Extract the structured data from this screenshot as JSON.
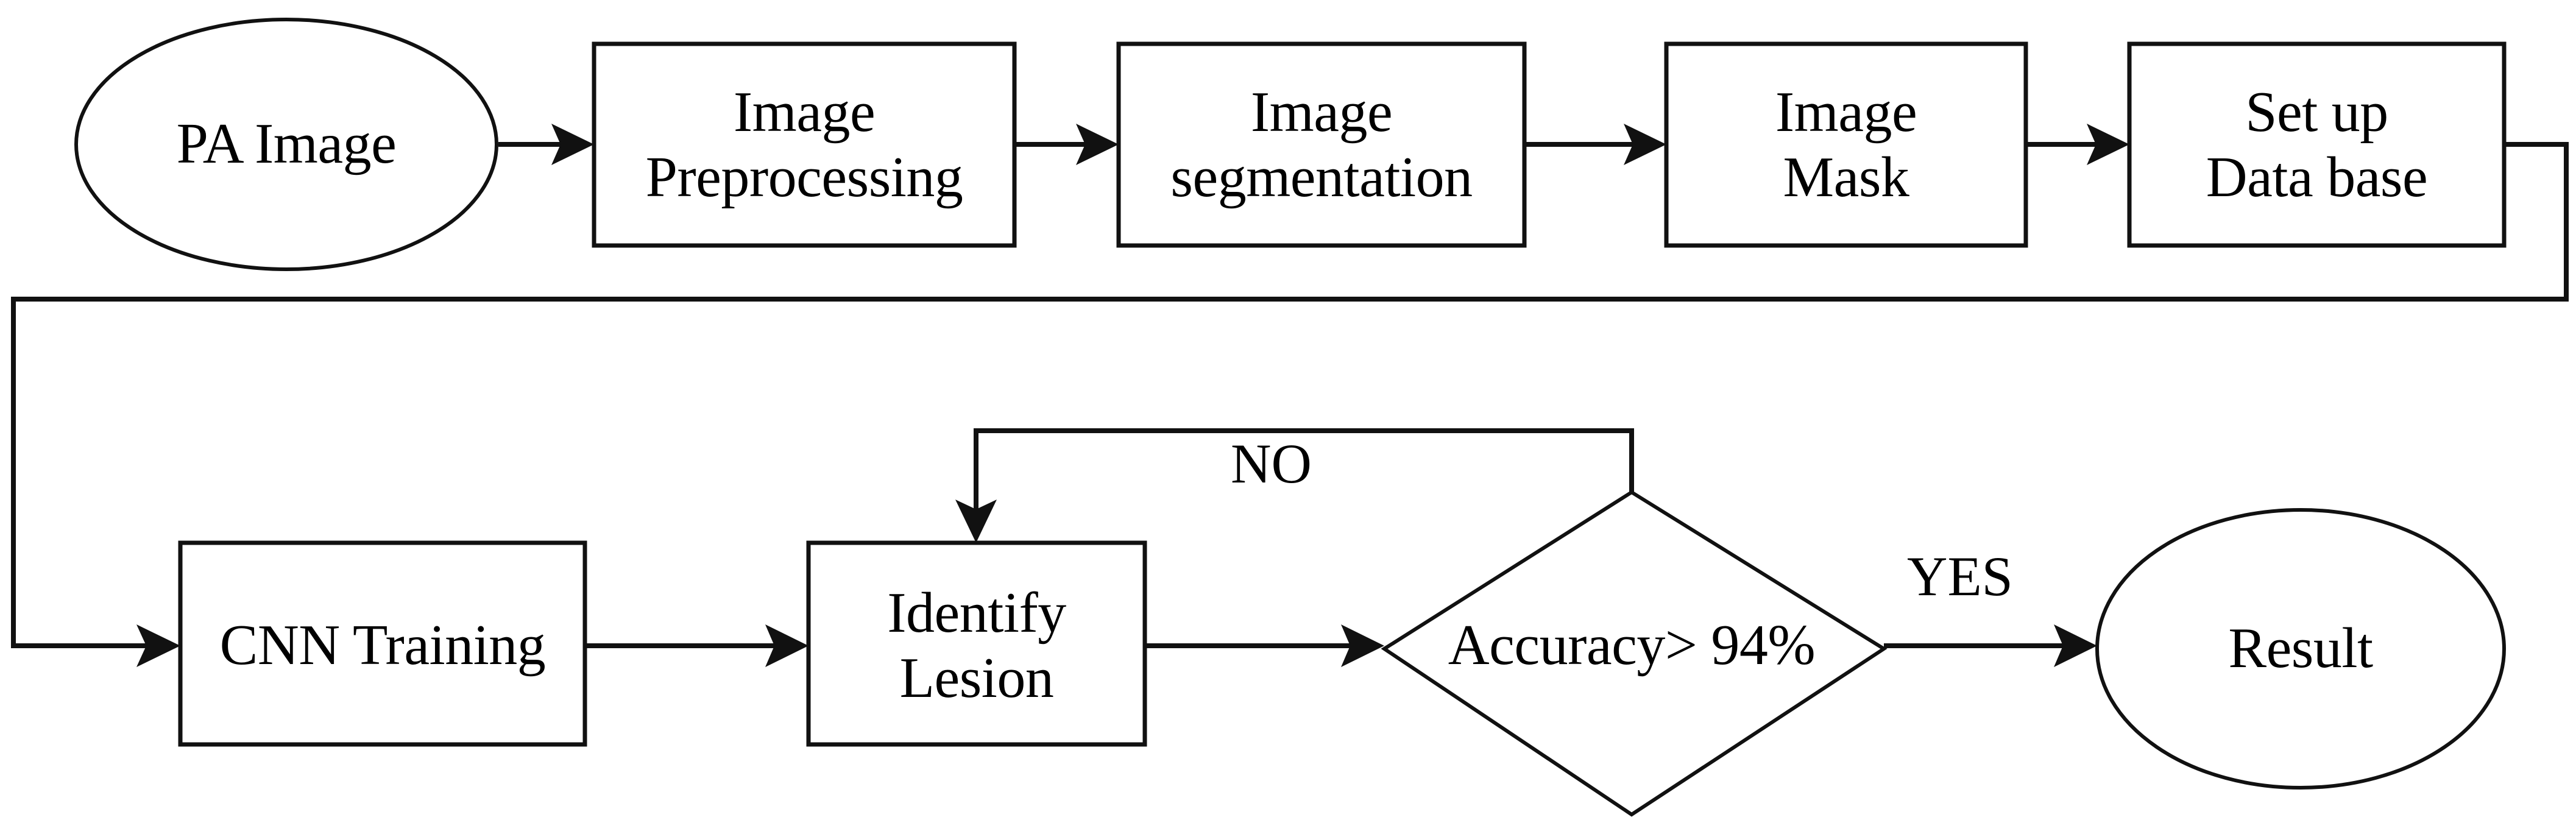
{
  "diagram": {
    "type": "flowchart",
    "title": "PA image CNN lesion identification flowchart",
    "background_color": "#ffffff",
    "line_color": "#111111",
    "text_color": "#000000"
  },
  "nodes": {
    "pa_image": {
      "shape": "ellipse",
      "label": "PA Image"
    },
    "image_preprocessing": {
      "shape": "rectangle",
      "line1": "Image",
      "line2": "Preprocessing"
    },
    "image_segmentation": {
      "shape": "rectangle",
      "line1": "Image",
      "line2": "segmentation"
    },
    "image_mask": {
      "shape": "rectangle",
      "line1": "Image",
      "line2": "Mask"
    },
    "set_up_database": {
      "shape": "rectangle",
      "line1": "Set up",
      "line2": "Data base"
    },
    "cnn_training": {
      "shape": "rectangle",
      "label": "CNN Training"
    },
    "identify_lesion": {
      "shape": "rectangle",
      "line1": "Identify",
      "line2": "Lesion"
    },
    "accuracy_decision": {
      "shape": "diamond",
      "label": "Accuracy> 94%"
    },
    "result": {
      "shape": "ellipse",
      "label": "Result"
    }
  },
  "edge_labels": {
    "no": "NO",
    "yes": "YES"
  }
}
